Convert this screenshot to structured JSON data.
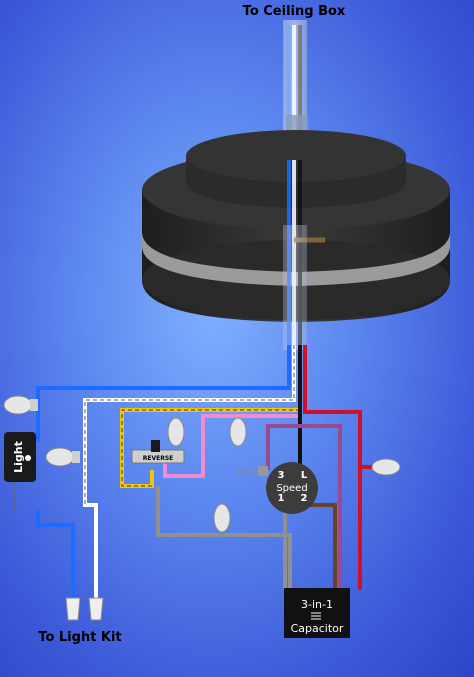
{
  "labels": {
    "to_ceiling_box": "To Ceiling Box",
    "to_light_kit": "To Light Kit",
    "light": "Light",
    "reverse": "REVERSE",
    "speed": "Speed",
    "speed_terminal_3": "3",
    "speed_terminal_L": "L",
    "speed_terminal_1": "1",
    "speed_terminal_2": "2",
    "capacitor_line1": "3-in-1",
    "capacitor_line2": "Capacitor"
  },
  "colors": {
    "wire_blue": "#1f6bff",
    "wire_white": "#ffffff",
    "wire_black": "#111111",
    "wire_red": "#d0102a",
    "wire_yellow": "#f2c600",
    "wire_pink": "#f28bd0",
    "wire_purple": "#9a4a8e",
    "wire_brown": "#6b4226",
    "wire_gray": "#909090",
    "motor_body": "#2b2b2b",
    "motor_band": "#9a9a9a"
  }
}
